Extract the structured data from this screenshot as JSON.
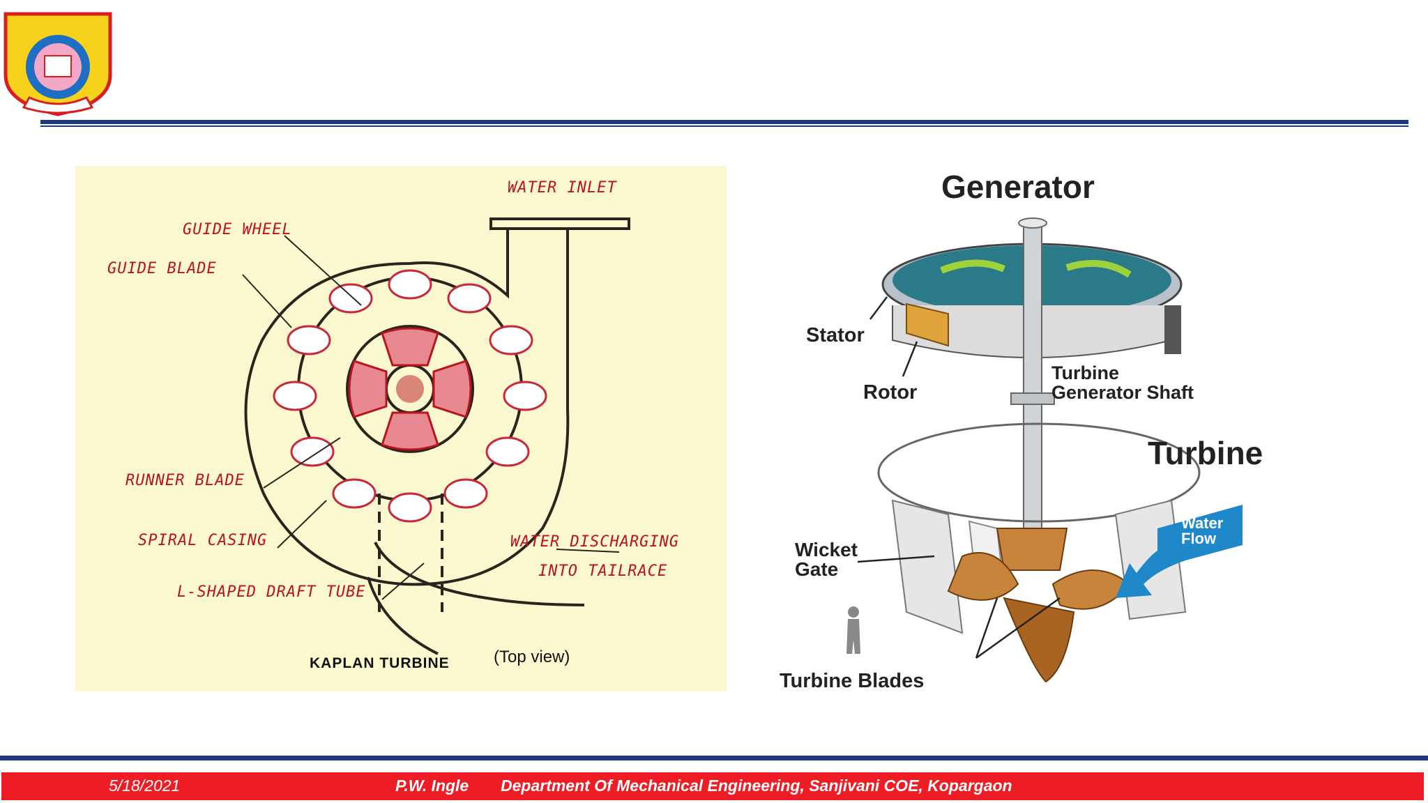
{
  "footer": {
    "date": "5/18/2021",
    "author": "P.W. Ingle",
    "department": "Department Of Mechanical Engineering,  Sanjivani COE, Kopargaon"
  },
  "kaplan": {
    "labels": {
      "water_inlet": "WATER INLET",
      "guide_wheel": "GUIDE WHEEL",
      "guide_blade": "GUIDE BLADE",
      "runner_blade": "RUNNER BLADE",
      "spiral_casing": "SPIRAL CASING",
      "draft_tube": "L-SHAPED DRAFT TUBE",
      "discharge_1": "WATER DISCHARGING",
      "discharge_2": "INTO TAILRACE"
    },
    "caption": "KAPLAN TURBINE",
    "caption_view": "(Top view)"
  },
  "generator_diagram": {
    "generator": "Generator",
    "stator": "Stator",
    "rotor": "Rotor",
    "shaft_1": "Turbine",
    "shaft_2": "Generator Shaft",
    "turbine": "Turbine",
    "wicket_1": "Wicket",
    "wicket_2": "Gate",
    "water_1": "Water",
    "water_2": "Flow",
    "blades": "Turbine Blades"
  },
  "colors": {
    "navy": "#1f3a7a",
    "footer_red": "#ee1c25",
    "sketch_red": "#b8141e",
    "paper": "#fbf8cf"
  }
}
